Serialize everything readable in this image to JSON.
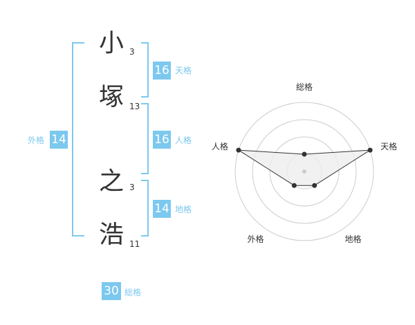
{
  "name": {
    "chars": [
      {
        "kanji": "小",
        "strokes": "3"
      },
      {
        "kanji": "塚",
        "strokes": "13"
      },
      {
        "kanji": "之",
        "strokes": "3"
      },
      {
        "kanji": "浩",
        "strokes": "11"
      }
    ]
  },
  "kaku": {
    "tenkaku": {
      "value": "16",
      "label": "天格"
    },
    "jinkaku": {
      "value": "16",
      "label": "人格"
    },
    "chikaku": {
      "value": "14",
      "label": "地格"
    },
    "gaikaku": {
      "value": "14",
      "label": "外格"
    },
    "soukaku": {
      "value": "30",
      "label": "総格"
    }
  },
  "radar": {
    "axes": [
      "総格",
      "天格",
      "地格",
      "外格",
      "人格"
    ],
    "levels": 4,
    "values": [
      1,
      4,
      1,
      1,
      4
    ],
    "max": 4,
    "colors": {
      "grid": "#cccccc",
      "fill": "#eeeeee",
      "line": "#333333",
      "point": "#333333",
      "center": "#cccccc"
    }
  }
}
